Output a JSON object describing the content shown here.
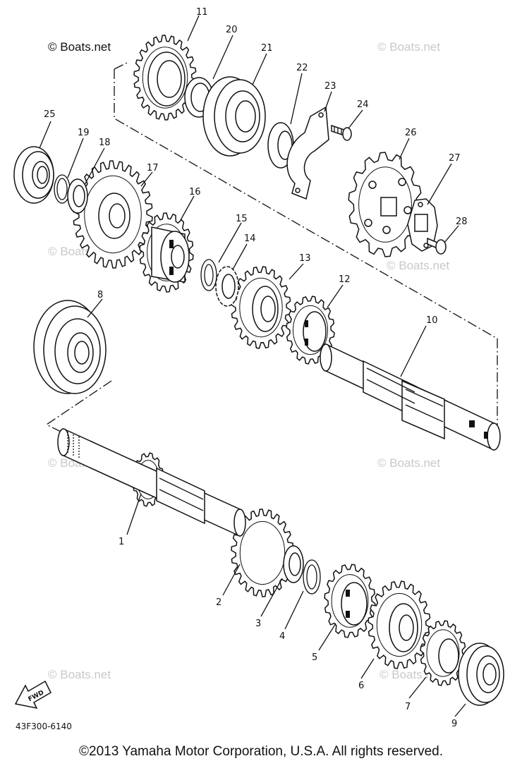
{
  "watermarks": {
    "top_left": "© Boats.net",
    "repeat": "© Boats.net"
  },
  "fwd_label": "FWD",
  "diagram_code": "43F300-6140",
  "copyright": "©2013 Yamaha Motor Corporation, U.S.A. All rights reserved.",
  "callouts": [
    {
      "id": "1",
      "label": "1"
    },
    {
      "id": "2",
      "label": "2"
    },
    {
      "id": "3",
      "label": "3"
    },
    {
      "id": "4",
      "label": "4"
    },
    {
      "id": "5",
      "label": "5"
    },
    {
      "id": "6",
      "label": "6"
    },
    {
      "id": "7",
      "label": "7"
    },
    {
      "id": "8",
      "label": "8"
    },
    {
      "id": "9",
      "label": "9"
    },
    {
      "id": "10",
      "label": "10"
    },
    {
      "id": "11",
      "label": "11"
    },
    {
      "id": "12",
      "label": "12"
    },
    {
      "id": "13",
      "label": "13"
    },
    {
      "id": "14",
      "label": "14"
    },
    {
      "id": "15",
      "label": "15"
    },
    {
      "id": "16",
      "label": "16"
    },
    {
      "id": "17",
      "label": "17"
    },
    {
      "id": "18",
      "label": "18"
    },
    {
      "id": "19",
      "label": "19"
    },
    {
      "id": "20",
      "label": "20"
    },
    {
      "id": "21",
      "label": "21"
    },
    {
      "id": "22",
      "label": "22"
    },
    {
      "id": "23",
      "label": "23"
    },
    {
      "id": "24",
      "label": "24"
    },
    {
      "id": "25",
      "label": "25"
    },
    {
      "id": "26",
      "label": "26"
    },
    {
      "id": "27",
      "label": "27"
    },
    {
      "id": "28",
      "label": "28"
    }
  ]
}
